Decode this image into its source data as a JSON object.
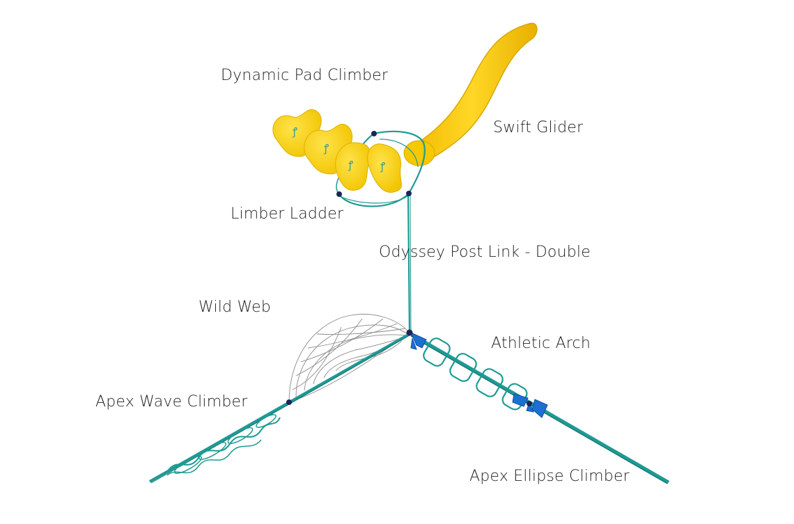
{
  "diagram": {
    "labels": {
      "dynamic_pad_climber": "Dynamic Pad Climber",
      "swift_glider": "Swift Glider",
      "limber_ladder": "Limber Ladder",
      "odyssey_post_link": "Odyssey Post Link - Double",
      "wild_web": "Wild Web",
      "athletic_arch": "Athletic Arch",
      "apex_wave_climber": "Apex Wave Climber",
      "apex_ellipse_climber": "Apex Ellipse Climber"
    },
    "colors": {
      "background": "#ffffff",
      "cable_teal": "#1e9a93",
      "cable_dark_teal": "#0f6f6b",
      "pad_yellow": "#f7d21b",
      "pad_yellow_shade": "#e4b400",
      "slide_yellow": "#f5c400",
      "clamp_blue": "#1d6fd1",
      "node_navy": "#1d2557",
      "web_grey": "#8a8a8a",
      "text": "#1f1f1f"
    }
  }
}
